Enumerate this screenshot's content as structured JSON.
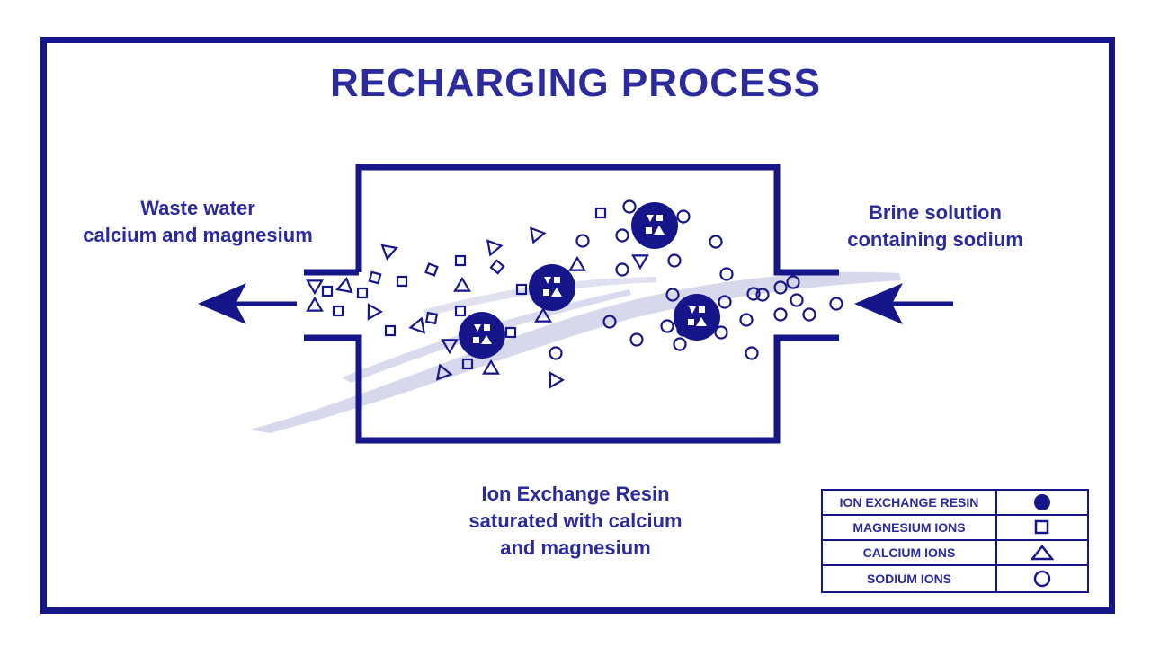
{
  "title": "RECHARGING PROCESS",
  "waste": {
    "line1": "Waste water",
    "line2": "calcium and magnesium"
  },
  "brine": {
    "line1": "Brine solution",
    "line2": "containing sodium"
  },
  "resin": {
    "line1": "Ion Exchange Resin",
    "line2": "saturated with calcium",
    "line3": "and magnesium"
  },
  "legend": [
    {
      "label": "ION EXCHANGE RESIN",
      "symbol": "filled-circle"
    },
    {
      "label": "MAGNESIUM IONS",
      "symbol": "square"
    },
    {
      "label": "CALCIUM IONS",
      "symbol": "triangle"
    },
    {
      "label": "SODIUM IONS",
      "symbol": "circle"
    }
  ],
  "colors": {
    "primary": "#16168a",
    "text": "#2b2b9e",
    "streak": "#c9cbe6"
  }
}
